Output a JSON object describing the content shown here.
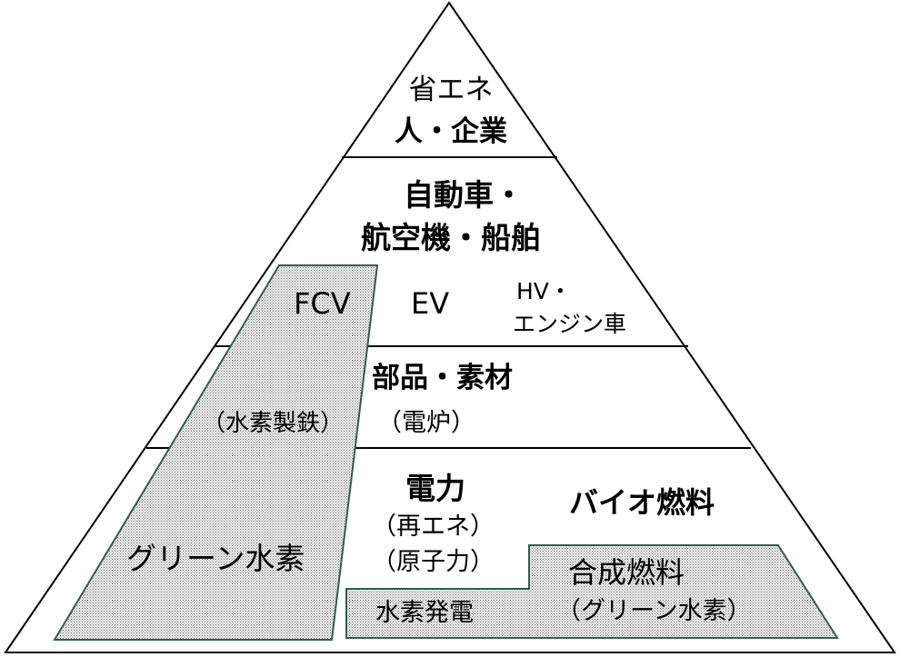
{
  "levels": {
    "top": {
      "line1": "省エネ",
      "line2": "人・企業"
    },
    "transport": {
      "line1": "自動車・",
      "line2": "航空機・船舶"
    },
    "vehicles": {
      "fcv": "FCV",
      "ev": "EV",
      "hv_line1": "HV・",
      "hv_line2": "エンジン車"
    },
    "materials": {
      "title": "部品・素材",
      "sub": "（電炉）",
      "steel": "（水素製鉄）"
    },
    "power": {
      "title": "電力",
      "sub1": "（再エネ）",
      "sub2": "（原子力）",
      "h2_power": "水素発電"
    },
    "biofuel": {
      "title": "バイオ燃料"
    },
    "synfuel": {
      "line1": "合成燃料",
      "line2": "（グリーン水素）"
    },
    "green_h2": {
      "label": "グリーン水素"
    }
  },
  "colors": {
    "outline": "#000000",
    "region_border": "#2e5e50",
    "dot_fill": "#d9d9d9"
  }
}
